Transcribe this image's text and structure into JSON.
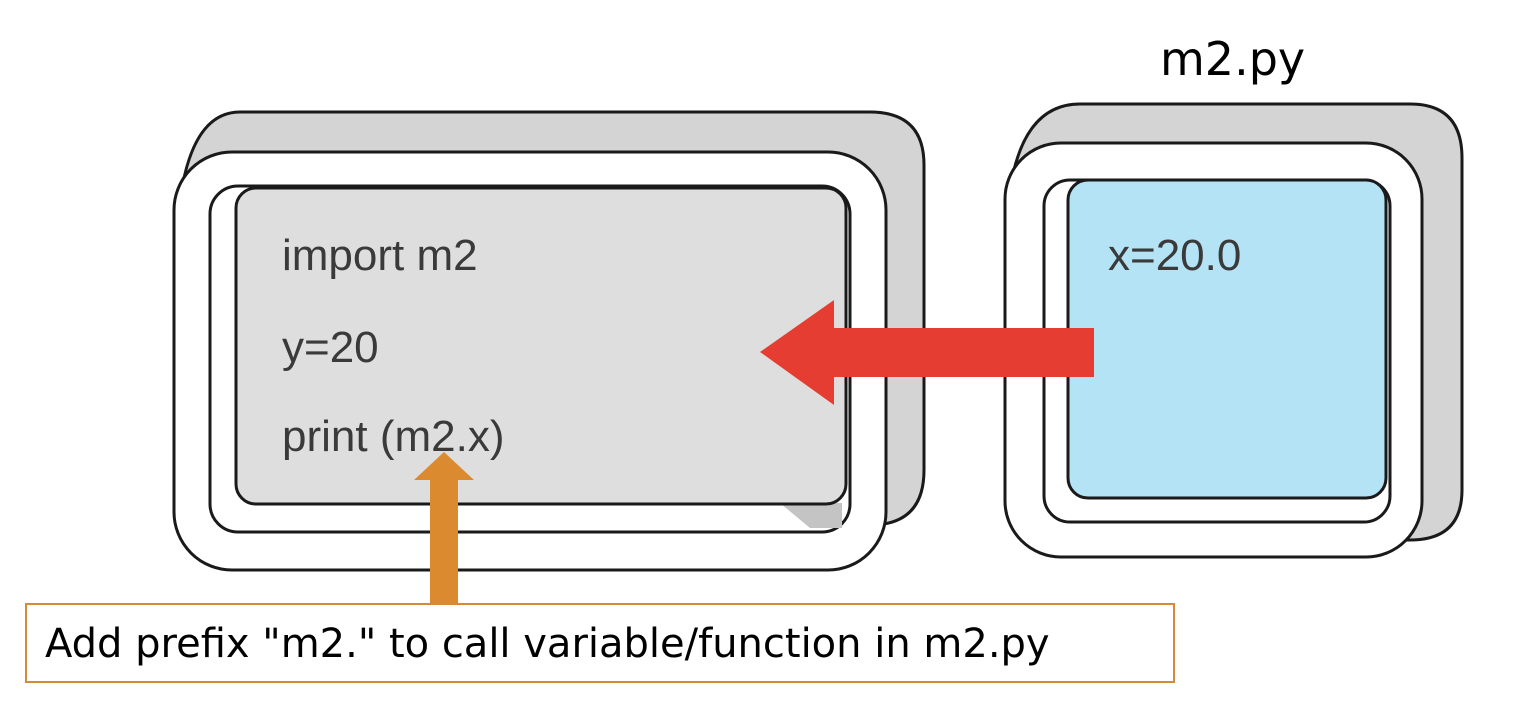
{
  "module_label": "m2.py",
  "main_code": [
    "import m2",
    "y=20",
    "print (m2.x)"
  ],
  "module_code": [
    "x=20.0"
  ],
  "note": "Add prefix \"m2.\" to call variable/function in m2.py",
  "colors": {
    "main_panel": "#dedede",
    "module_panel": "#b3e3f4",
    "arrow_red": "#e53d31",
    "arrow_orange": "#dc8a2f",
    "note_border": "#d7893a",
    "depth": "#d4d4d4"
  }
}
